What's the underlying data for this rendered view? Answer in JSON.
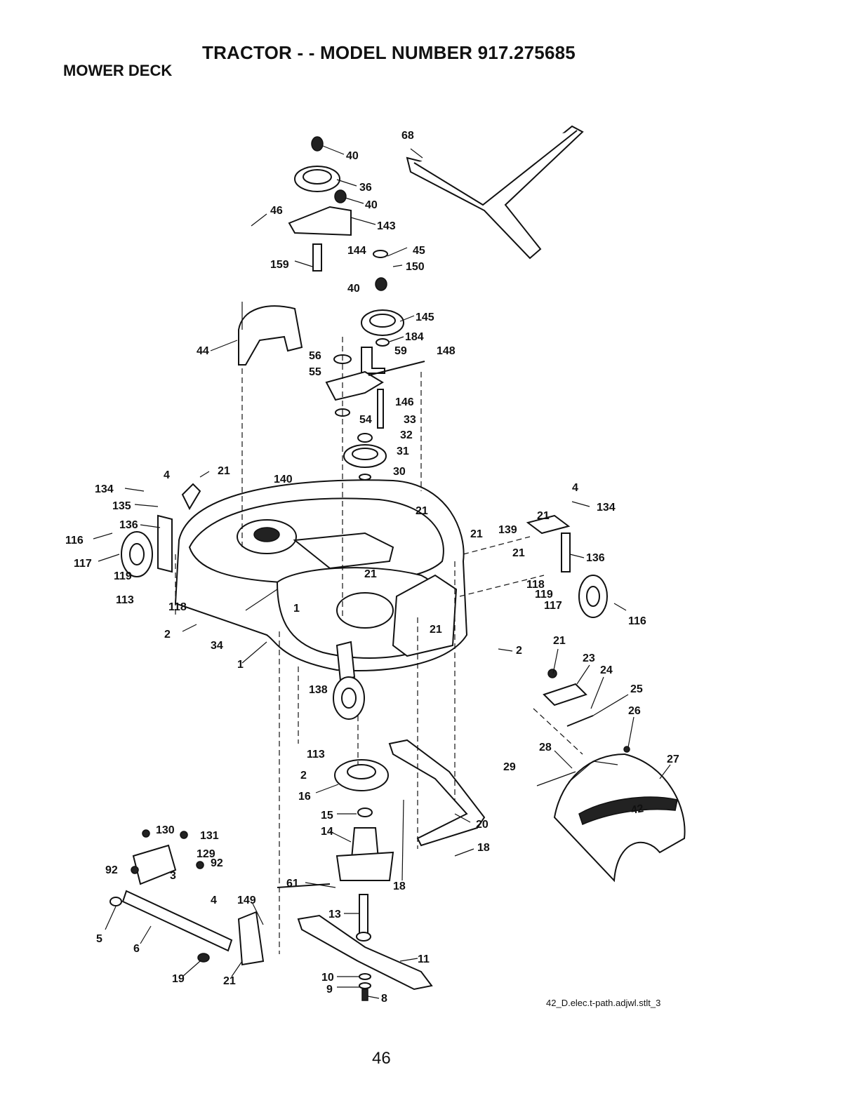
{
  "header": {
    "title": "TRACTOR - - MODEL NUMBER 917.275685",
    "subtitle": "MOWER DECK"
  },
  "footer": {
    "drawing_code": "42_D.elec.t-path.adjwl.stlt_3",
    "page_number": "46"
  },
  "decal_text": "42",
  "callouts": [
    "40",
    "36",
    "40",
    "143",
    "144",
    "159",
    "45",
    "150",
    "40",
    "145",
    "184",
    "46",
    "44",
    "56",
    "55",
    "59",
    "148",
    "146",
    "54",
    "33",
    "32",
    "31",
    "30",
    "68",
    "134",
    "4",
    "21",
    "135",
    "140",
    "136",
    "116",
    "117",
    "119",
    "113",
    "118",
    "2",
    "34",
    "1",
    "21",
    "21",
    "21",
    "139",
    "21",
    "4",
    "134",
    "21",
    "136",
    "118",
    "119",
    "117",
    "116",
    "2",
    "138",
    "21",
    "23",
    "24",
    "25",
    "26",
    "28",
    "27",
    "29",
    "113",
    "2",
    "16",
    "15",
    "14",
    "20",
    "18",
    "18",
    "130",
    "131",
    "129",
    "92",
    "92",
    "3",
    "61",
    "149",
    "4",
    "13",
    "5",
    "6",
    "11",
    "19",
    "21",
    "10",
    "9",
    "8",
    "1",
    "21"
  ]
}
